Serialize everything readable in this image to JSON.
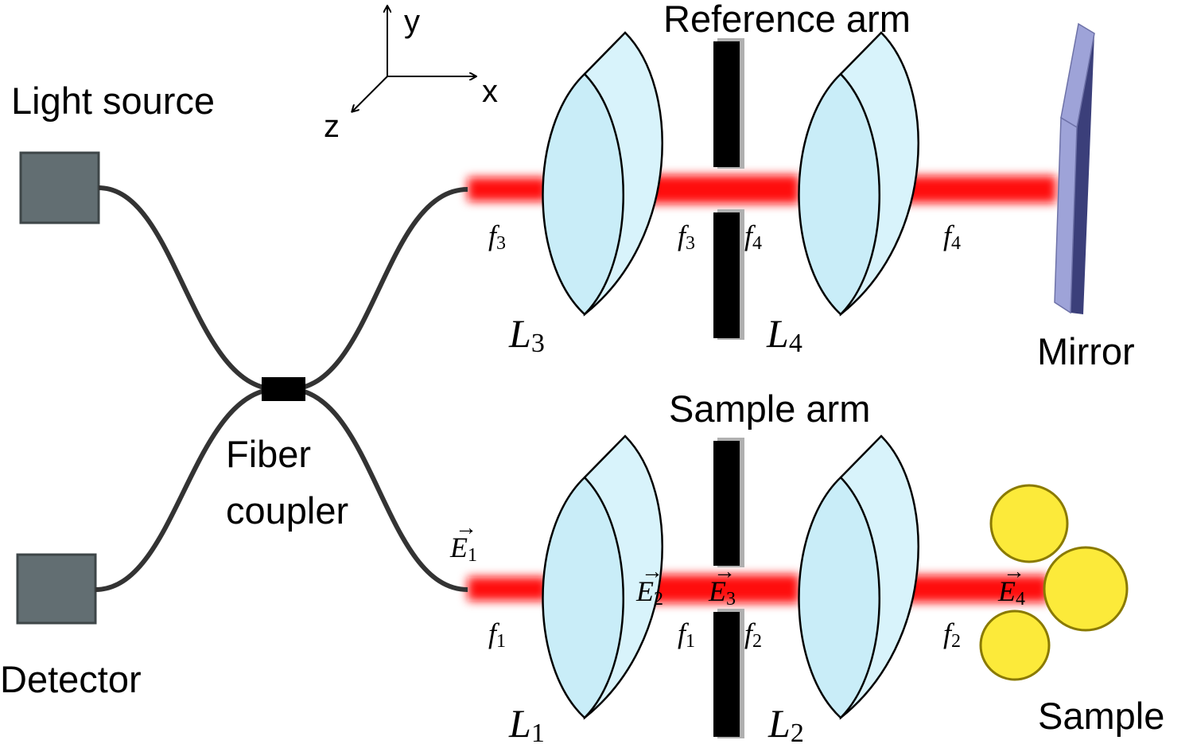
{
  "labels": {
    "light_source": "Light source",
    "detector": "Detector",
    "fiber_coupler_line1": "Fiber",
    "fiber_coupler_line2": "coupler",
    "reference_arm": "Reference arm",
    "sample_arm": "Sample arm",
    "mirror": "Mirror",
    "sample": "Sample"
  },
  "axes": {
    "x": "x",
    "y": "y",
    "z": "z"
  },
  "lenses": {
    "L1": {
      "base": "L",
      "sub": "1"
    },
    "L2": {
      "base": "L",
      "sub": "2"
    },
    "L3": {
      "base": "L",
      "sub": "3"
    },
    "L4": {
      "base": "L",
      "sub": "4"
    }
  },
  "focal": {
    "f1": {
      "base": "f",
      "sub": "1"
    },
    "f2": {
      "base": "f",
      "sub": "2"
    },
    "f3": {
      "base": "f",
      "sub": "3"
    },
    "f4": {
      "base": "f",
      "sub": "4"
    }
  },
  "fields": {
    "E1": {
      "base": "E",
      "sub": "1",
      "arrow": "→"
    },
    "E2": {
      "base": "E",
      "sub": "2",
      "arrow": "→"
    },
    "E3": {
      "base": "E",
      "sub": "3",
      "arrow": "→"
    },
    "E4": {
      "base": "E",
      "sub": "4",
      "arrow": "→"
    }
  },
  "colors": {
    "beam": "#ff0000",
    "lens_front": "#c9edf8",
    "lens_back": "#d8f3fb",
    "box": "#626e72",
    "sample_particle": "#fcea3a",
    "mirror_front": "#9ea3d8",
    "mirror_side": "#3b3f7a"
  }
}
